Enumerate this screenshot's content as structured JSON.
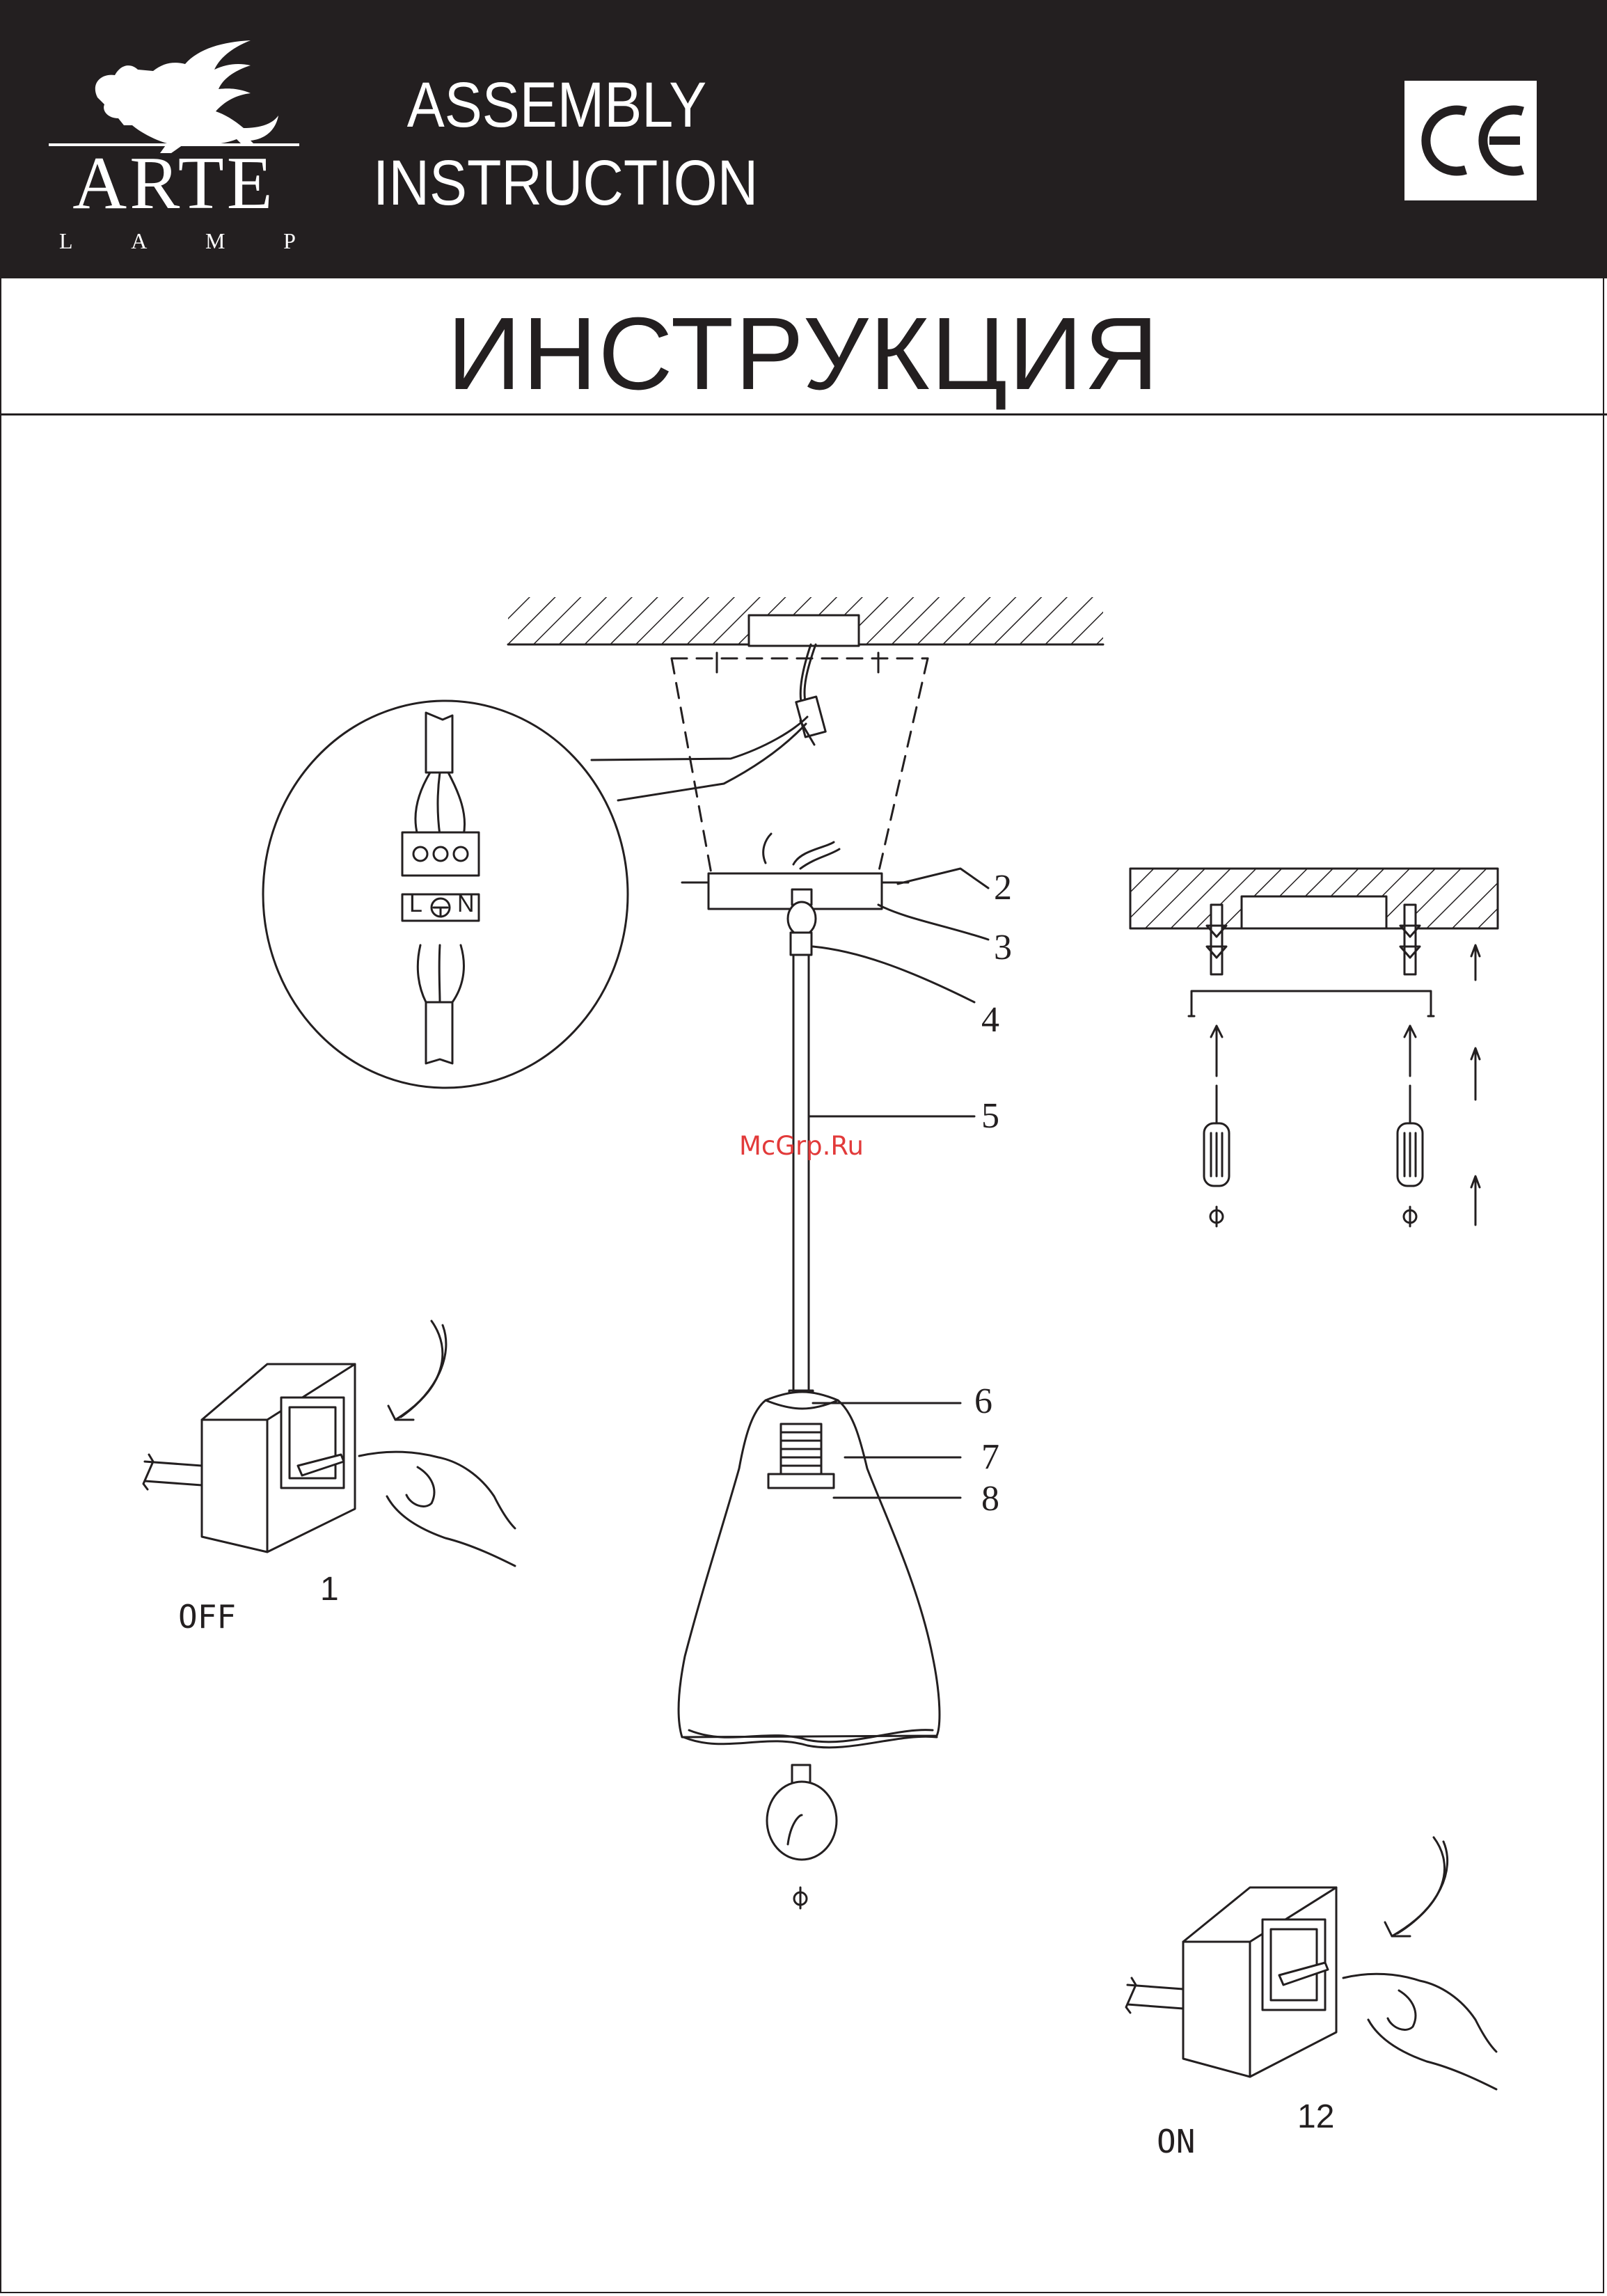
{
  "header": {
    "brand": {
      "name": "ARTE",
      "subtitle_letters": [
        "L",
        "A",
        "M",
        "P"
      ]
    },
    "title_line1": "ASSEMBLY",
    "title_line2": "INSTRUCTION",
    "ce_mark": "CE"
  },
  "title_ru": "ИНСТРУКЦИЯ",
  "callouts": [
    "2",
    "3",
    "4",
    "5",
    "6",
    "7",
    "8"
  ],
  "terminal_block": {
    "labels": [
      "L",
      "N"
    ]
  },
  "switch_off": {
    "state": "OFF",
    "step": "1"
  },
  "switch_on": {
    "state": "ON",
    "step": "12"
  },
  "watermark": "McGrp.Ru",
  "colors": {
    "ink": "#231f20",
    "paper": "#ffffff",
    "watermark": "#e23a3a"
  }
}
